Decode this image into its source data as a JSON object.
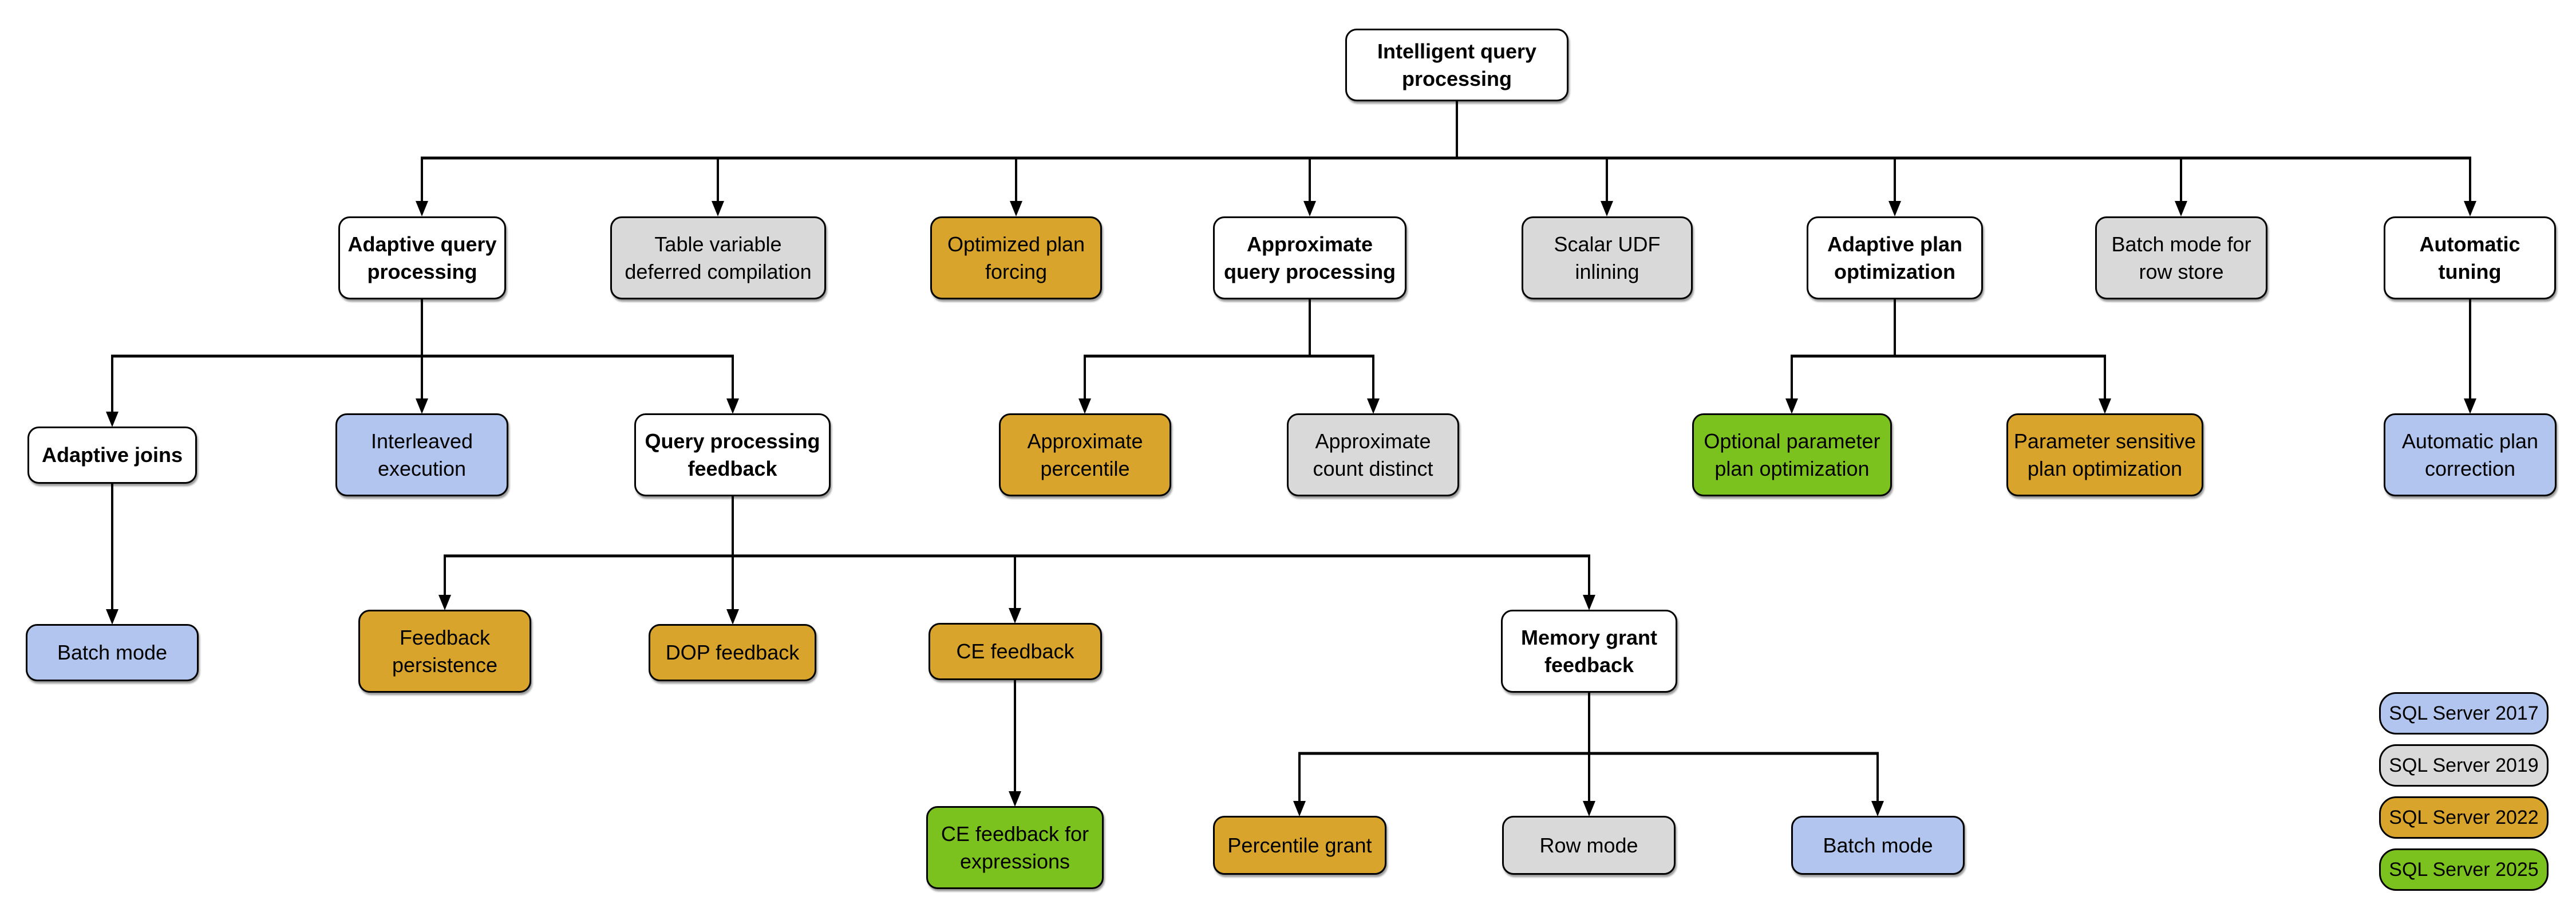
{
  "diagram": {
    "nodes": [
      {
        "id": "intelligent-query-processing",
        "label": "Intelligent query\nprocessing",
        "version": "hub"
      },
      {
        "id": "adaptive-query-processing",
        "label": "Adaptive query\nprocessing",
        "version": "hub"
      },
      {
        "id": "table-variable-deferred-compilation",
        "label": "Table variable\ndeferred compilation",
        "version": "2019"
      },
      {
        "id": "optimized-plan-forcing",
        "label": "Optimized plan\nforcing",
        "version": "2022"
      },
      {
        "id": "approximate-query-processing",
        "label": "Approximate\nquery processing",
        "version": "hub"
      },
      {
        "id": "scalar-udf-inlining",
        "label": "Scalar UDF\ninlining",
        "version": "2019"
      },
      {
        "id": "adaptive-plan-optimization",
        "label": "Adaptive plan\noptimization",
        "version": "hub"
      },
      {
        "id": "batch-mode-for-row-store",
        "label": "Batch mode for\nrow store",
        "version": "2019"
      },
      {
        "id": "automatic-tuning",
        "label": "Automatic\ntuning",
        "version": "hub"
      },
      {
        "id": "adaptive-joins",
        "label": "Adaptive joins",
        "version": "hub"
      },
      {
        "id": "interleaved-execution",
        "label": "Interleaved\nexecution",
        "version": "2017"
      },
      {
        "id": "query-processing-feedback",
        "label": "Query processing\nfeedback",
        "version": "hub"
      },
      {
        "id": "approximate-percentile",
        "label": "Approximate\npercentile",
        "version": "2022"
      },
      {
        "id": "approximate-count-distinct",
        "label": "Approximate\ncount distinct",
        "version": "2019"
      },
      {
        "id": "optional-parameter-plan-optimization",
        "label": "Optional parameter\nplan optimization",
        "version": "2025"
      },
      {
        "id": "parameter-sensitive-plan-optimization",
        "label": "Parameter sensitive\nplan optimization",
        "version": "2022"
      },
      {
        "id": "automatic-plan-correction",
        "label": "Automatic plan\ncorrection",
        "version": "2017"
      },
      {
        "id": "batch-mode-adaptive-joins",
        "label": "Batch mode",
        "version": "2017"
      },
      {
        "id": "feedback-persistence",
        "label": "Feedback\npersistence",
        "version": "2022"
      },
      {
        "id": "dop-feedback",
        "label": "DOP feedback",
        "version": "2022"
      },
      {
        "id": "ce-feedback",
        "label": "CE feedback",
        "version": "2022"
      },
      {
        "id": "memory-grant-feedback",
        "label": "Memory grant\nfeedback",
        "version": "hub"
      },
      {
        "id": "ce-feedback-for-expressions",
        "label": "CE feedback for\nexpressions",
        "version": "2025"
      },
      {
        "id": "percentile-grant",
        "label": "Percentile grant",
        "version": "2022"
      },
      {
        "id": "row-mode",
        "label": "Row mode",
        "version": "2019"
      },
      {
        "id": "batch-mode-memory-grant",
        "label": "Batch mode",
        "version": "2017"
      }
    ],
    "legend": [
      {
        "label": "SQL Server 2017",
        "version": "2017"
      },
      {
        "label": "SQL Server 2019",
        "version": "2019"
      },
      {
        "label": "SQL Server 2022",
        "version": "2022"
      },
      {
        "label": "SQL Server 2025",
        "version": "2025"
      }
    ],
    "colors": {
      "hub": "#FFFFFF",
      "2017": "#B2C5EE",
      "2019": "#D9D9D9",
      "2022": "#D9A42C",
      "2025": "#7CC21E"
    },
    "line_color": "#000000"
  }
}
